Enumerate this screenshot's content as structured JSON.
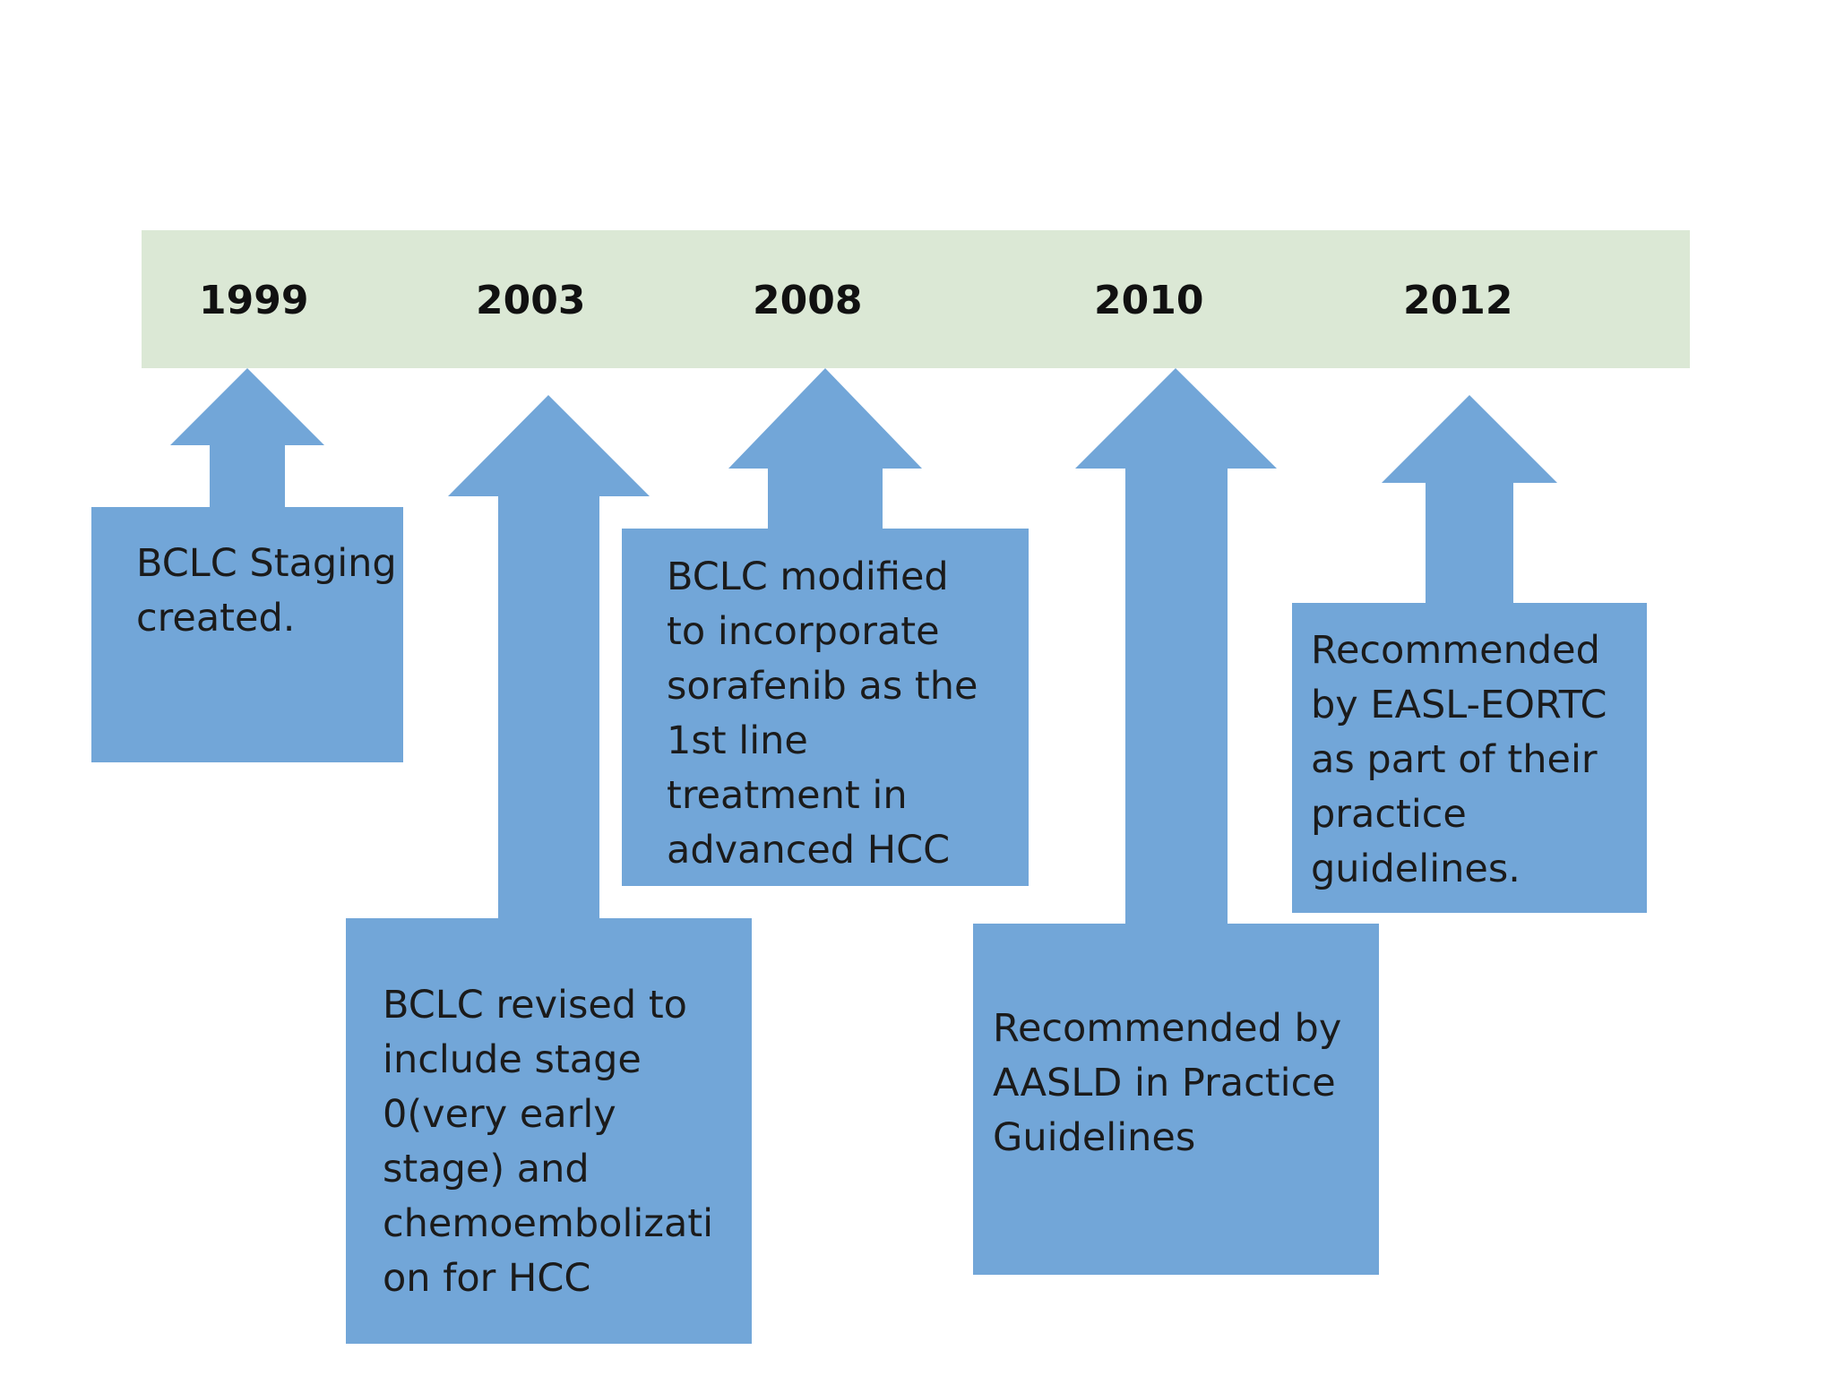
{
  "colors": {
    "timeline_band": "#dbe8d5",
    "arrow_fill": "#72a6d8",
    "box_fill": "#72a6d8",
    "text": "#1b1b1b",
    "year_text": "#111111",
    "background": "#ffffff"
  },
  "timeline": {
    "years": [
      "1999",
      "2003",
      "2008",
      "2010",
      "2012"
    ]
  },
  "events": [
    {
      "year": "1999",
      "lines": [
        "BCLC Staging",
        "created."
      ]
    },
    {
      "year": "2003",
      "lines": [
        "BCLC revised to",
        "include stage",
        "0(very early",
        "stage) and",
        "chemoembolizati",
        "on for HCC"
      ]
    },
    {
      "year": "2008",
      "lines": [
        "BCLC modified",
        "to incorporate",
        "sorafenib as the",
        "1st line",
        "treatment in",
        "advanced HCC"
      ]
    },
    {
      "year": "2010",
      "lines": [
        "Recommended by",
        "AASLD in Practice",
        "Guidelines"
      ]
    },
    {
      "year": "2012",
      "lines": [
        "Recommended",
        "by EASL-EORTC",
        "as part of their",
        "practice",
        "guidelines."
      ]
    }
  ]
}
